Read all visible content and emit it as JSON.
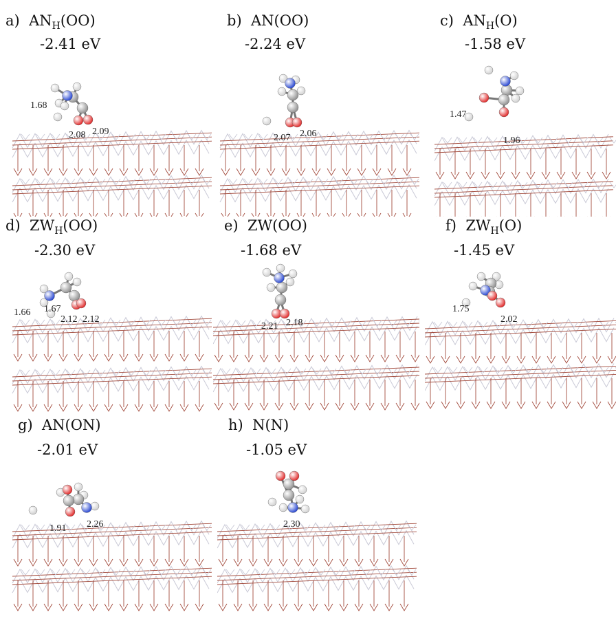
{
  "colors": {
    "substrate": "#a24a3c",
    "substrate_light": "#c9c9d6",
    "carbon": "#8c8c8c",
    "oxygen": "#e02020",
    "nitrogen": "#1f3fd0",
    "hydrogen": "#f2f2f2"
  },
  "panels": [
    {
      "letter": "a)",
      "name_main": "AN",
      "name_sub": "H",
      "name_tail": "(OO)",
      "energy": "-2.41 eV",
      "distances": [
        "1.68",
        "2.08",
        "2.09"
      ]
    },
    {
      "letter": "b)",
      "name_main": "AN",
      "name_sub": "",
      "name_tail": "(OO)",
      "energy": "-2.24 eV",
      "distances": [
        "2.07",
        "2.06"
      ]
    },
    {
      "letter": "c)",
      "name_main": "AN",
      "name_sub": "H",
      "name_tail": "(O)",
      "energy": "-1.58 eV",
      "distances": [
        "1.47",
        "1.96"
      ]
    },
    {
      "letter": "d)",
      "name_main": "ZW",
      "name_sub": "H",
      "name_tail": "(OO)",
      "energy": "-2.30 eV",
      "distances": [
        "1.66",
        "1.67",
        "2.12",
        "2.12"
      ]
    },
    {
      "letter": "e)",
      "name_main": "ZW",
      "name_sub": "",
      "name_tail": "(OO)",
      "energy": "-1.68 eV",
      "distances": [
        "2.21",
        "2.18"
      ]
    },
    {
      "letter": "f)",
      "name_main": "ZW",
      "name_sub": "H",
      "name_tail": "(O)",
      "energy": "-1.45 eV",
      "distances": [
        "1.75",
        "2.02"
      ]
    },
    {
      "letter": "g)",
      "name_main": "AN",
      "name_sub": "",
      "name_tail": "(ON)",
      "energy": "-2.01 eV",
      "distances": [
        "1.91",
        "2.26"
      ]
    },
    {
      "letter": "h)",
      "name_main": "N",
      "name_sub": "",
      "name_tail": "(N)",
      "energy": "-1.05 eV",
      "distances": [
        "2.30"
      ]
    }
  ]
}
